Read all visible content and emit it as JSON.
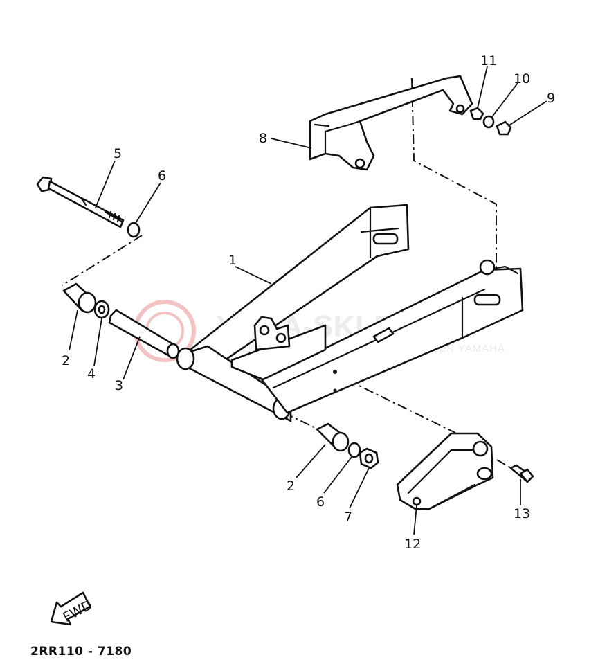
{
  "watermark": {
    "brand": "YAMA-SKLEP.PL",
    "subtitle": "WIELKOPOLSKI AUTORYZOWANY DEALER YAMAHA"
  },
  "callouts": [
    "1",
    "2",
    "3",
    "4",
    "5",
    "6",
    "2",
    "6",
    "7",
    "8",
    "9",
    "10",
    "11",
    "12",
    "13"
  ],
  "fwd_label": "FWD",
  "diagram_code": "2RR110 - 7180",
  "colors": {
    "ink": "#111111",
    "watermark": "#f2b6b6"
  }
}
